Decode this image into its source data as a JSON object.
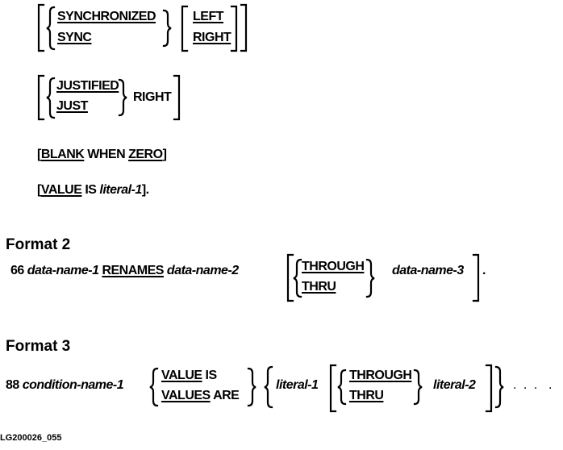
{
  "syntax1": {
    "sync_long": "SYNCHRONIZED",
    "sync_short": "SYNC",
    "left": "LEFT",
    "right": "RIGHT"
  },
  "syntax2": {
    "just_long": "JUSTIFIED",
    "just_short": "JUST",
    "right": "RIGHT"
  },
  "blank_clause": {
    "open": "[",
    "blank": "BLANK",
    "when": " WHEN ",
    "zero": "ZERO",
    "close": "]"
  },
  "value_clause": {
    "open": "[",
    "value": "VALUE",
    "is": " IS ",
    "literal": "literal-1",
    "close": "]."
  },
  "format2": {
    "heading": "Format 2",
    "level": "66",
    "data_name_1": "data-name-1",
    "renames": "RENAMES",
    "data_name_2": "data-name-2",
    "through": "THROUGH",
    "thru": "THRU",
    "data_name_3": "data-name-3",
    "period": "."
  },
  "format3": {
    "heading": "Format 3",
    "level": "88",
    "condition_name": "condition-name-1",
    "value": "VALUE",
    "value_is": " IS",
    "values": "VALUES",
    "values_are": " ARE",
    "literal_1": "literal-1",
    "through": "THROUGH",
    "thru": "THRU",
    "literal_2": "literal-2",
    "ellipsis": ". . ."
  },
  "figure_id": "LG200026_055"
}
